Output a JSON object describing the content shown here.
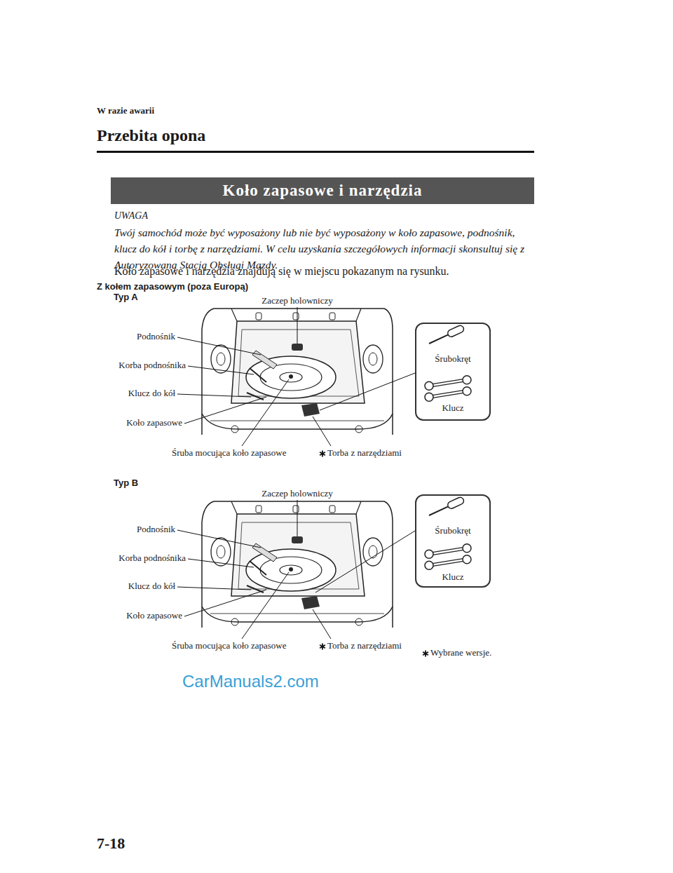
{
  "diagram": {
    "title": "Przebita opona",
    "nodes": [
      {
        "text": [
          "Koło zapasowe i narzędzia"
        ]
      },
      {
        "text": [
          "Śrubokręt",
          "Klucz"
        ]
      },
      {
        "text": [
          "Śrubokręt",
          "Klucz"
        ]
      }
    ],
    "labels": [
      "W razie awarii",
      "UWAGA",
      "Twój samochód może być wyposażony lub nie być wyposażony w koło zapasowe, podnośnik, klucz do kół i torbę z narzędziami. W celu uzyskania szczegółowych informacji skonsultuj się z Autoryzowaną Stacją Obsługi Mazdy.",
      "Koło zapasowe i narzędzia znajdują się w miejscu pokazanym na rysunku.",
      "Z kołem zapasowym (poza Europą)",
      "Typ A",
      "Zaczep holowniczy",
      "Podnośnik",
      "Korba podnośnika",
      "Klucz do kół",
      "Koło zapasowe",
      "Śruba mocująca koło zapasowe",
      "Torba z narzędziami",
      "Typ B",
      "Zaczep holowniczy",
      "Podnośnik",
      "Korba podnośnika",
      "Klucz do kół",
      "Koło zapasowe",
      "Śruba mocująca koło zapasowe",
      "Torba z narzędziami",
      "Wybrane wersje.",
      "CarManuals2.com",
      "7-18"
    ]
  }
}
